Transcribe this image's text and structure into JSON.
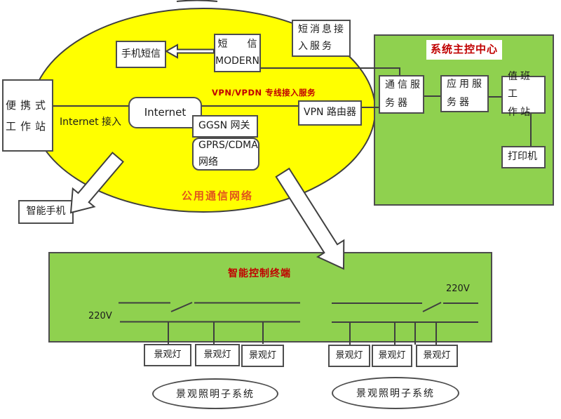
{
  "colors": {
    "yellow": "#FFFF00",
    "green": "#8FD14F",
    "red": "#C00000",
    "orange_red": "#E2551C",
    "line": "#3F3F3F",
    "box_border": "#4D4D4D"
  },
  "cloud": {
    "label": "公用通信网络"
  },
  "labels": {
    "internet_access": "Internet 接入",
    "vpn_line": "VPN/VPDN 专线接入服务"
  },
  "nodes": {
    "portable_workstation": "便携式\n工作站",
    "sms_phone": "手机短信",
    "sms_modem": "短　　信\nMODERN",
    "sms_access_service": "短消息接\n入服务",
    "internet": "Internet",
    "ggsn_gateway": "GGSN 网关",
    "gprs_network": "GPRS/CDMA\n网络",
    "vpn_router": "VPN 路由器",
    "smartphone": "智能手机"
  },
  "control_center": {
    "title": "系统主控中心",
    "comm_server": "通信服\n务器",
    "app_server": "应用服\n务器",
    "duty_workstation": "值班工\n作站",
    "printer": "打印机"
  },
  "terminal_panel": {
    "title": "智能控制终端",
    "voltage_left": "220V",
    "voltage_right": "220V",
    "lamps": [
      "景观灯",
      "景观灯",
      "景观灯",
      "景观灯",
      "景观灯",
      "景观灯"
    ],
    "subsystem_left": "景观照明子系统",
    "subsystem_right": "景观照明子系统"
  }
}
